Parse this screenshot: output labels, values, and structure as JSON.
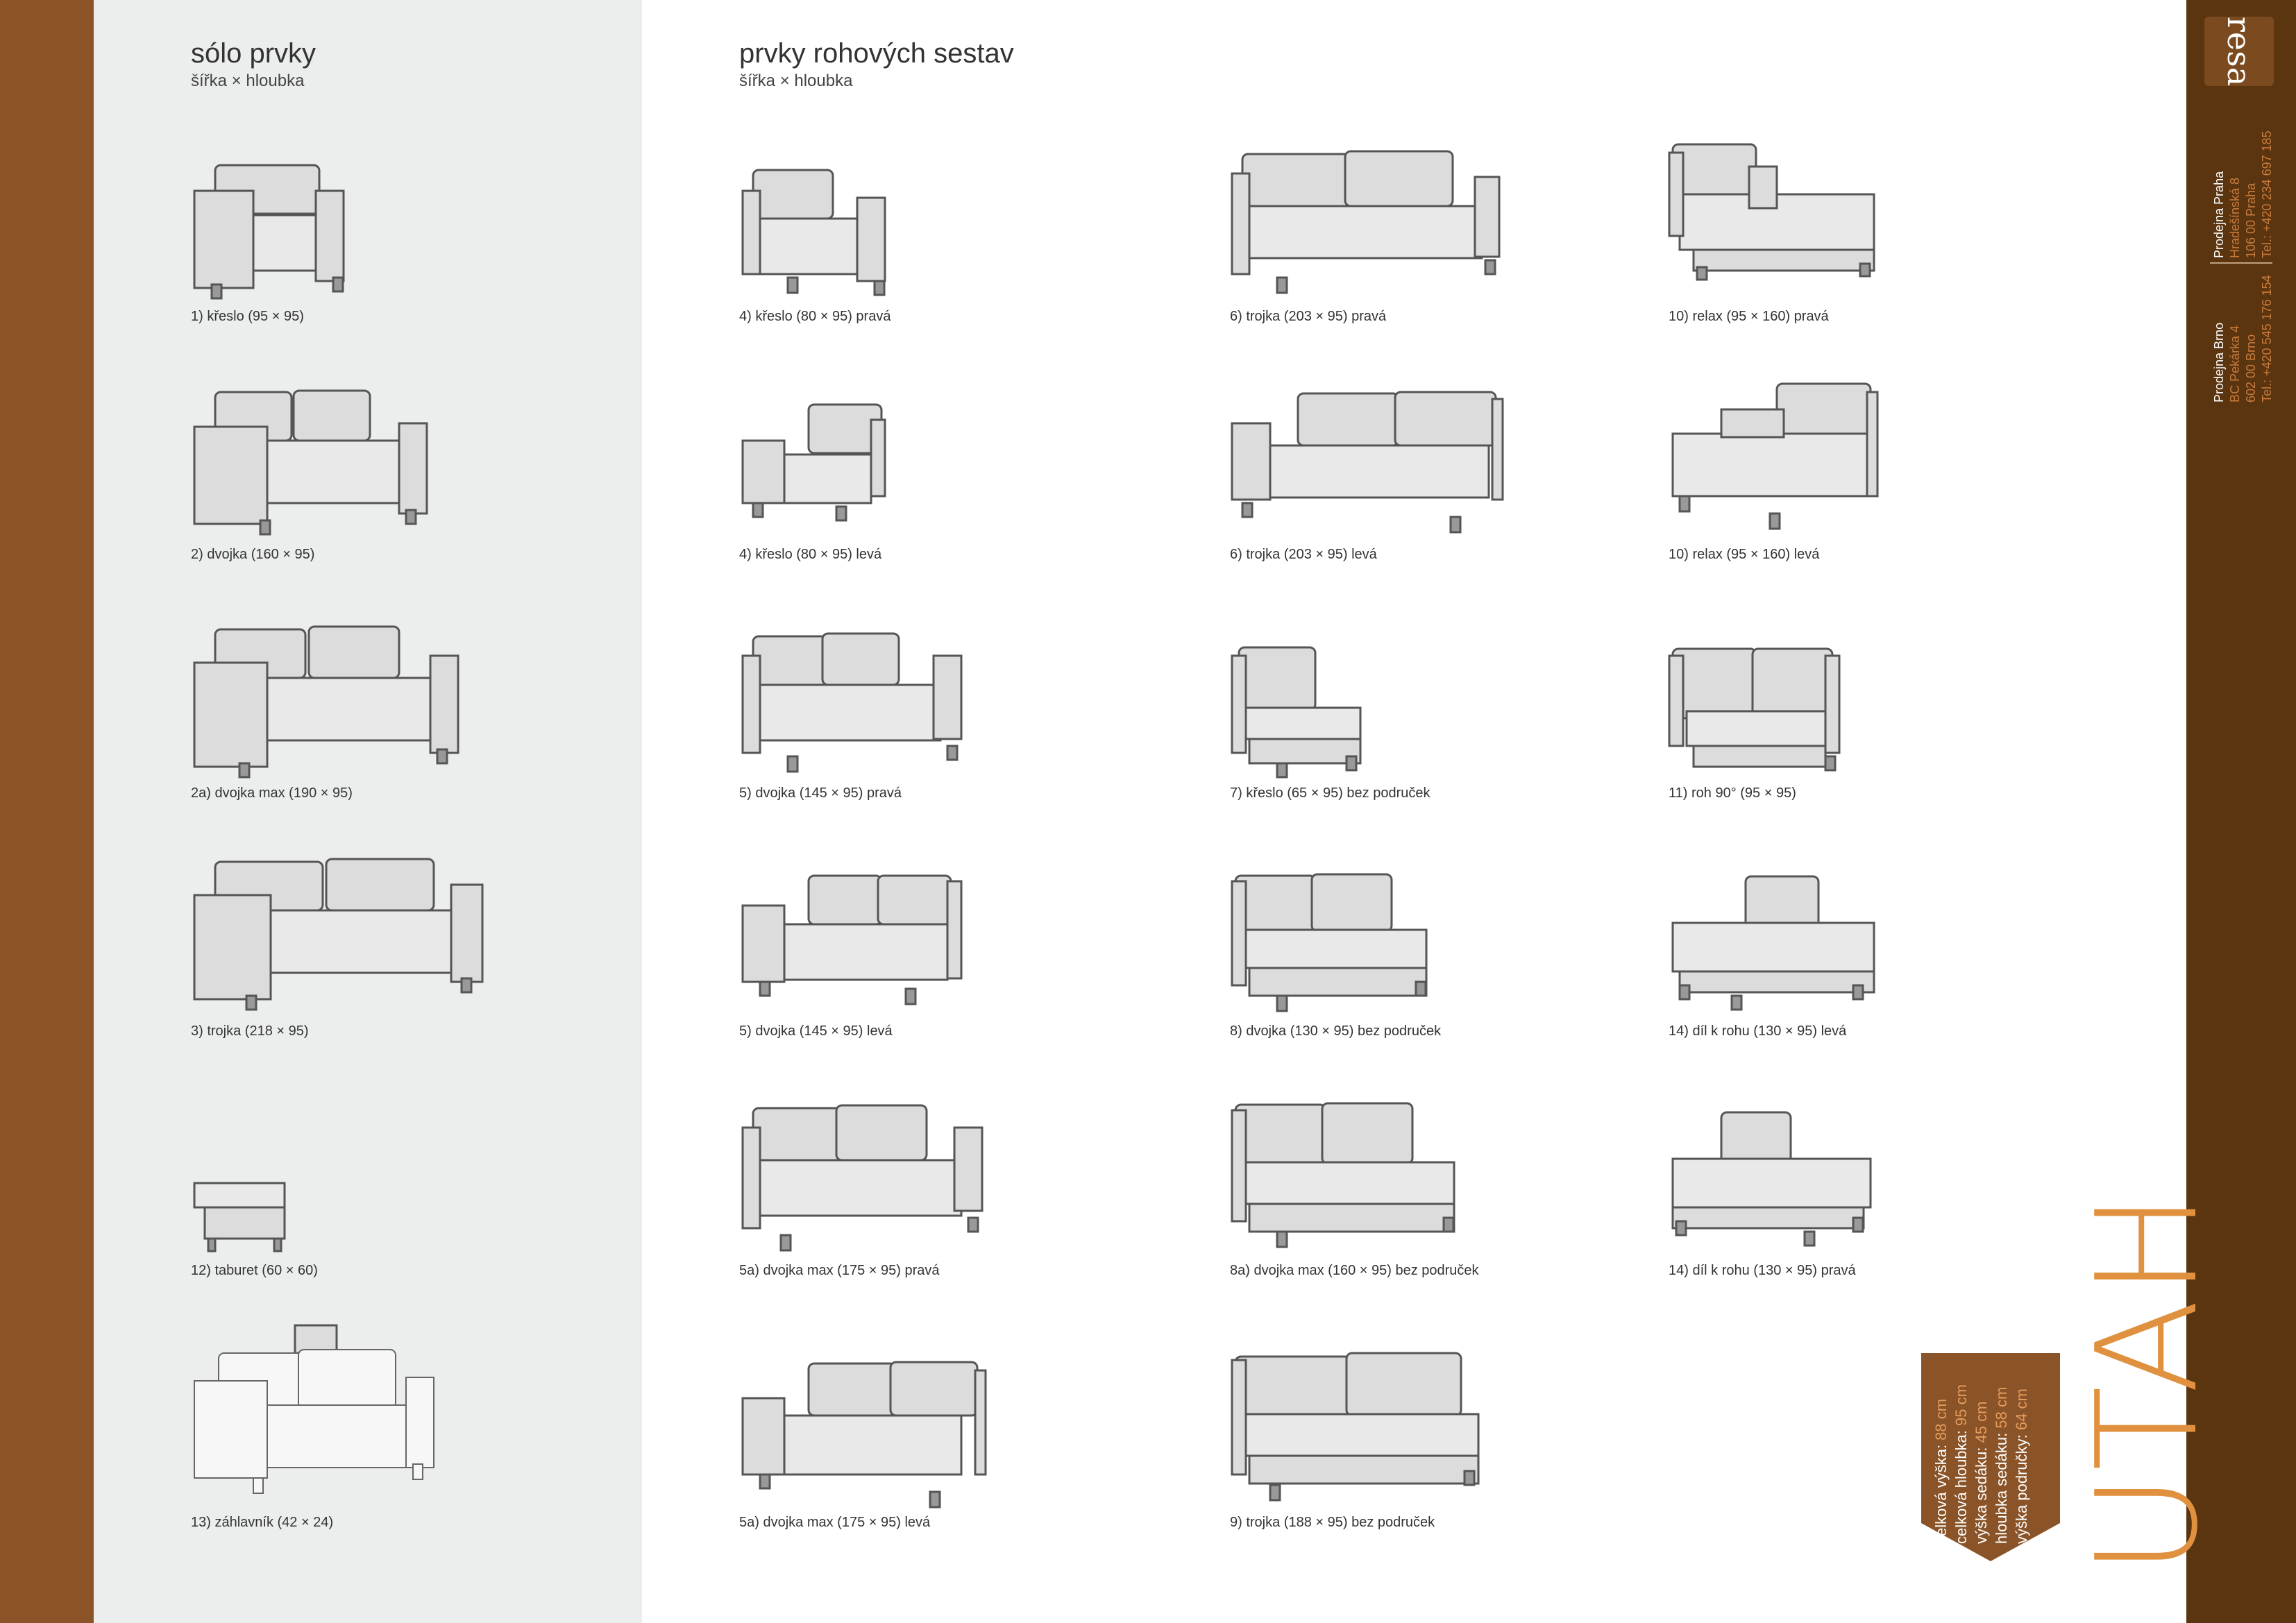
{
  "solo": {
    "title": "sólo prvky",
    "subtitle": "šířka × hloubka",
    "items": [
      {
        "caption": "1) křeslo (95 × 95)"
      },
      {
        "caption": "2) dvojka (160 × 95)"
      },
      {
        "caption": "2a) dvojka max (190 × 95)"
      },
      {
        "caption": "3) trojka (218 × 95)"
      },
      {
        "caption": "12) taburet (60 × 60)"
      },
      {
        "caption": "13) záhlavník (42 × 24)"
      }
    ]
  },
  "corner": {
    "title": "prvky rohových sestav",
    "subtitle": "šířka × hloubka",
    "col1": [
      {
        "caption": "4) křeslo (80 × 95) pravá"
      },
      {
        "caption": "4) křeslo (80 × 95) levá"
      },
      {
        "caption": "5) dvojka (145 × 95) pravá"
      },
      {
        "caption": "5) dvojka (145 × 95) levá"
      },
      {
        "caption": "5a) dvojka max (175 × 95) pravá"
      },
      {
        "caption": "5a) dvojka max (175 × 95) levá"
      }
    ],
    "col2": [
      {
        "caption": "6) trojka (203 × 95) pravá"
      },
      {
        "caption": "6) trojka (203 × 95) levá"
      },
      {
        "caption": "7) křeslo (65 × 95) bez područek"
      },
      {
        "caption": "8) dvojka (130 × 95) bez područek"
      },
      {
        "caption": "8a) dvojka max (160 × 95) bez područek"
      },
      {
        "caption": "9) trojka (188 × 95) bez područek"
      }
    ],
    "col3": [
      {
        "caption": "10) relax (95 × 160) pravá"
      },
      {
        "caption": "10) relax (95 × 160) levá"
      },
      {
        "caption": "11) roh 90° (95 × 95)"
      },
      {
        "caption": "14) díl k rohu (130 × 95) levá"
      },
      {
        "caption": "14) díl k rohu (130 × 95) pravá"
      }
    ]
  },
  "sidebar": {
    "logo_text": "resa",
    "praha": {
      "title": "Prodejna Praha",
      "lines": [
        "Hradešínská 8",
        "106 00 Praha",
        "Tel.: +420 234 697 185"
      ]
    },
    "brno": {
      "title": "Prodejna Brno",
      "lines": [
        "BC Pekárka 4",
        "602 00 Brno",
        "Tel.: +420 545 176 154"
      ]
    }
  },
  "specs": [
    {
      "label": "celková výška:",
      "value": "88 cm"
    },
    {
      "label": "celková hloubka:",
      "value": "95 cm"
    },
    {
      "label": "výška sedáku:",
      "value": "45 cm"
    },
    {
      "label": "hloubka sedáku:",
      "value": "58 cm"
    },
    {
      "label": "výška područky:",
      "value": "64 cm"
    }
  ],
  "brand": "UTAH",
  "colors": {
    "left_stripe": "#8a5428",
    "solo_panel": "#eceeed",
    "right_bar": "#5a3510",
    "accent": "#e0913f"
  }
}
